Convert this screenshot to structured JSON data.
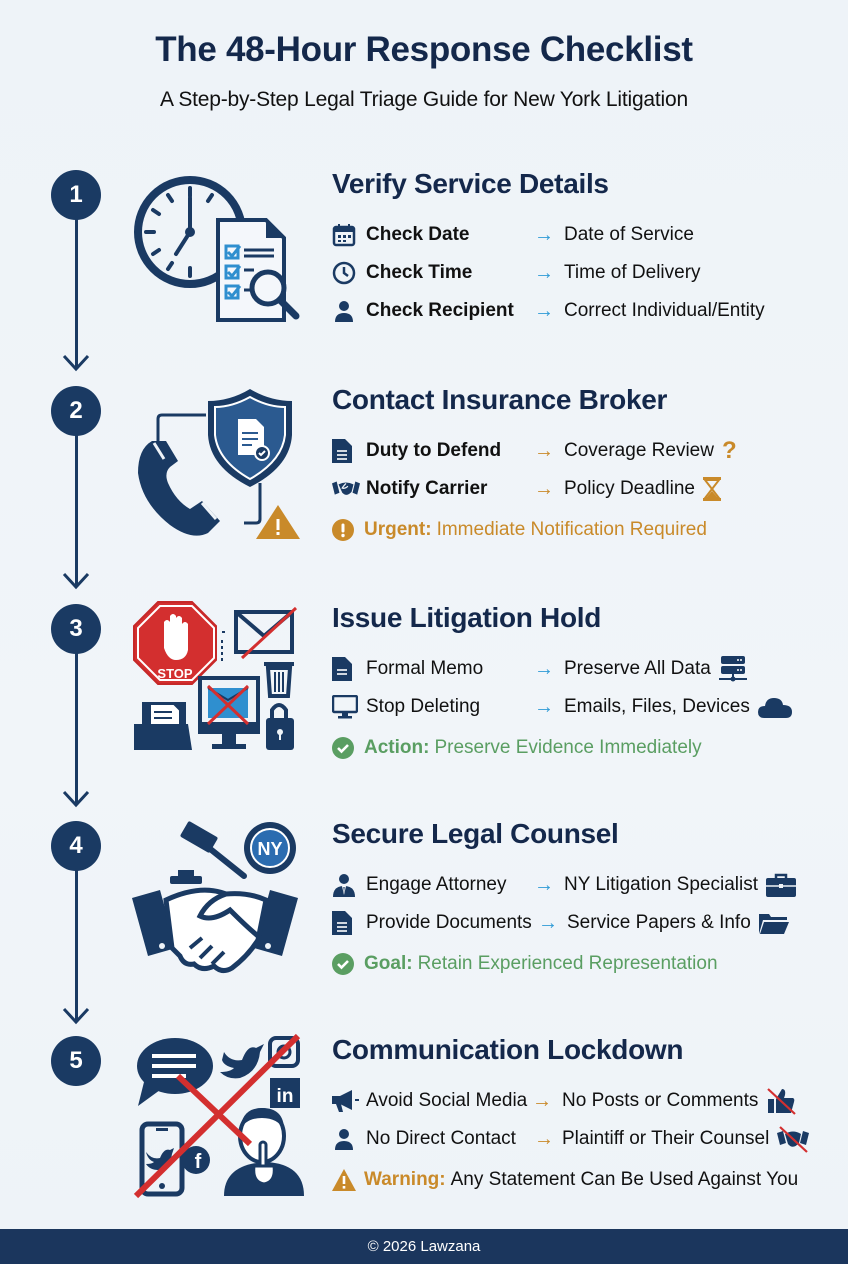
{
  "header": {
    "title": "The 48-Hour Response Checklist",
    "subtitle": "A Step-by-Step Legal Triage Guide for New York Litigation"
  },
  "colors": {
    "navy": "#1a3a63",
    "blue_arrow": "#2f9bd6",
    "orange": "#c98a2a",
    "green": "#5a9e62",
    "red": "#d32f2f",
    "footer_bg": "#1b365d"
  },
  "steps": [
    {
      "number": "1",
      "title": "Verify Service Details",
      "arrow_icon": "arrow-right-icon",
      "arrow_color": "#2f9bd6",
      "rows": [
        {
          "icon": "calendar-icon",
          "left": "Check Date",
          "right": "Date of Service",
          "bold": true
        },
        {
          "icon": "clock-icon",
          "left": "Check Time",
          "right": "Time of Delivery",
          "bold": true
        },
        {
          "icon": "person-icon",
          "left": "Check Recipient",
          "right": "Correct Individual/Entity",
          "bold": true
        }
      ],
      "illustration": [
        "clock-icon",
        "checklist-document-icon",
        "magnifier-icon"
      ]
    },
    {
      "number": "2",
      "title": "Contact Insurance Broker",
      "arrow_color": "#c98a2a",
      "rows": [
        {
          "icon": "document-icon",
          "left": "Duty to Defend",
          "right": "Coverage Review",
          "right_icon": "question-mark-icon",
          "bold": true
        },
        {
          "icon": "handshake-icon",
          "left": "Notify Carrier",
          "right": "Policy Deadline",
          "right_icon": "hourglass-icon",
          "bold": true
        }
      ],
      "note": {
        "icon": "exclamation-circle-icon",
        "label": "Urgent:",
        "text": "Immediate Notification Required",
        "color": "#c98a2a"
      },
      "illustration": [
        "phone-icon",
        "shield-document-icon",
        "warning-triangle-icon"
      ]
    },
    {
      "number": "3",
      "title": "Issue Litigation Hold",
      "arrow_color": "#2f9bd6",
      "rows": [
        {
          "icon": "document-icon",
          "left": "Formal Memo",
          "right": "Preserve All Data",
          "right_icon": "server-icon",
          "bold": false
        },
        {
          "icon": "monitor-icon",
          "left": "Stop Deleting",
          "right": "Emails, Files, Devices",
          "right_icon": "cloud-icon",
          "bold": false
        }
      ],
      "note": {
        "icon": "check-circle-icon",
        "label": "Action:",
        "text": "Preserve Evidence Immediately",
        "color": "#5a9e62"
      },
      "illustration": [
        "stop-sign-icon",
        "crossed-envelope-icon",
        "trash-icon",
        "folder-icon",
        "monitor-icon",
        "lock-icon"
      ],
      "stop_text": "STOP"
    },
    {
      "number": "4",
      "title": "Secure Legal Counsel",
      "arrow_color": "#2f9bd6",
      "rows": [
        {
          "icon": "attorney-icon",
          "left": "Engage Attorney",
          "right": "NY Litigation Specialist",
          "right_icon": "briefcase-icon",
          "bold": false
        },
        {
          "icon": "document-icon",
          "left": "Provide Documents",
          "right": "Service Papers & Info",
          "right_icon": "folder-open-icon",
          "bold": false
        }
      ],
      "note": {
        "icon": "check-circle-icon",
        "label": "Goal:",
        "text": "Retain Experienced Representation",
        "color": "#5a9e62"
      },
      "illustration": [
        "gavel-icon",
        "ny-seal-icon",
        "handshake-icon"
      ],
      "seal_text": "NY"
    },
    {
      "number": "5",
      "title": "Communication Lockdown",
      "arrow_color": "#c98a2a",
      "rows": [
        {
          "icon": "megaphone-icon",
          "left": "Avoid Social Media",
          "right": "No Posts or Comments",
          "right_icon": "no-like-icon",
          "bold": false
        },
        {
          "icon": "person-icon",
          "left": "No Direct Contact",
          "right": "Plaintiff or Their Counsel",
          "right_icon": "no-handshake-icon",
          "bold": false
        }
      ],
      "note": {
        "icon": "warning-triangle-icon",
        "label": "Warning:",
        "text": "Any Statement Can Be Used Against You",
        "color": "#c98a2a",
        "text_color": "#111111"
      },
      "illustration": [
        "speech-bubble-icon",
        "twitter-icon",
        "instagram-icon",
        "linkedin-icon",
        "phone-social-icon",
        "silent-person-icon",
        "red-x-icon"
      ]
    }
  ],
  "footer": {
    "text": "© 2026 Lawzana"
  }
}
